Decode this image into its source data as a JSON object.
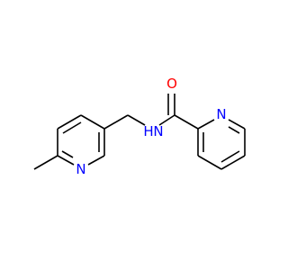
{
  "diagram": {
    "type": "skeletal-structure",
    "atom_labels": {
      "amide_oxygen": "O",
      "amide_nitrogen_h": "H",
      "amide_nitrogen": "N",
      "methylpyridine_nitrogen": "N",
      "picolinoyl_pyridine_nitrogen": "N"
    },
    "colors": {
      "bond": "#000000",
      "oxygen": "#ff0000",
      "nitrogen": "#0000ff",
      "background": "#ffffff"
    }
  }
}
